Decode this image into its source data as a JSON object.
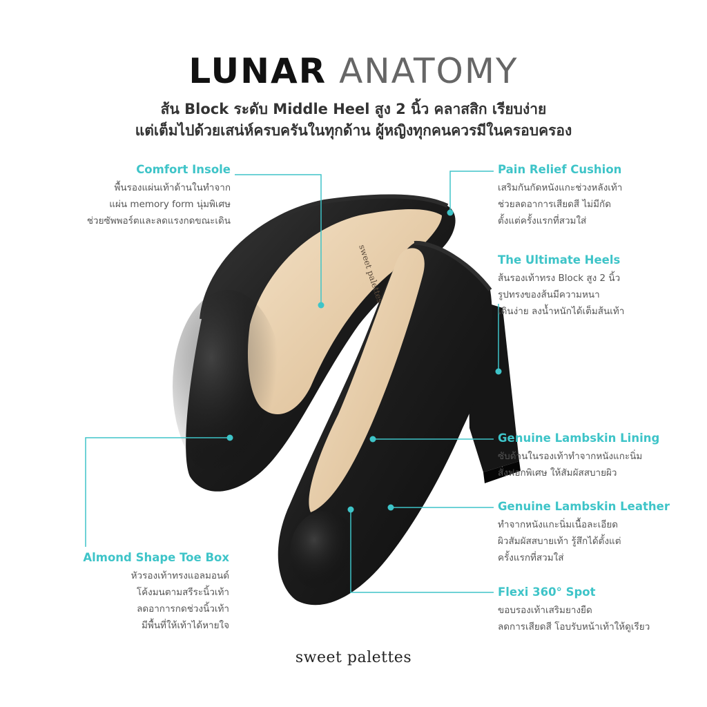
{
  "header": {
    "title_bold": "LUNAR",
    "title_light": "ANATOMY",
    "subtitle_line1": "ส้น Block ระดับ Middle Heel สูง 2 นิ้ว คลาสสิก เรียบง่าย",
    "subtitle_line2": "แต่เต็มไปด้วยเสน่ห์ครบครันในทุกด้าน ผู้หญิงทุกคนควรมีในครอบครอง"
  },
  "features": {
    "comfort_insole": {
      "title": "Comfort Insole",
      "lines": [
        "พื้นรองแผ่นเท้าด้านในทำจาก",
        "แผ่น memory form นุ่มพิเศษ",
        "ช่วยซัพพอร์ตและลดแรงกดขณะเดิน"
      ]
    },
    "pain_relief": {
      "title": "Pain Relief Cushion",
      "lines": [
        "เสริมกันกัดหนังแกะช่วงหลังเท้า",
        "ช่วยลดอาการเสียดสี ไม่มีกัด",
        "ตั้งแต่ครั้งแรกที่สวมใส่"
      ]
    },
    "ultimate_heels": {
      "title": "The Ultimate Heels",
      "lines": [
        "ส้นรองเท้าทรง Block สูง 2 นิ้ว",
        "รูปทรงของส้นมีความหนา",
        "เดินง่าย ลงน้ำหนักได้เต็มส้นเท้า"
      ]
    },
    "lambskin_lining": {
      "title": "Genuine Lambskin Lining",
      "lines": [
        "ซับด้านในรองเท้าทำจากหนังแกะนิ่ม",
        "สั่งฟอกพิเศษ ให้สัมผัสสบายผิว"
      ]
    },
    "lambskin_leather": {
      "title": "Genuine Lambskin Leather",
      "lines": [
        "ทำจากหนังแกะนิ่มเนื้อละเอียด",
        "ผิวสัมผัสสบายเท้า รู้สึกได้ตั้งแต่",
        "ครั้งแรกที่สวมใส่"
      ]
    },
    "almond_toe": {
      "title": "Almond Shape Toe Box",
      "lines": [
        "หัวรองเท้าทรงแอลมอนด์",
        "โค้งมนตามสรีระนิ้วเท้า",
        "ลดอาการกดช่วงนิ้วเท้า",
        "มีพื้นที่ให้เท้าได้หายใจ"
      ]
    },
    "flexi_spot": {
      "title": "Flexi 360° Spot",
      "lines": [
        "ขอบรองเท้าเสริมยางยืด",
        "ลดการเสียดสี โอบรับหน้าเท้าให้ดูเรียว"
      ]
    }
  },
  "insole_print": "sweet palettes",
  "brand": "sweet palettes",
  "colors": {
    "accent": "#3ec4c8",
    "leather": "#1b1b1b",
    "lining": "#e9d2b1"
  }
}
